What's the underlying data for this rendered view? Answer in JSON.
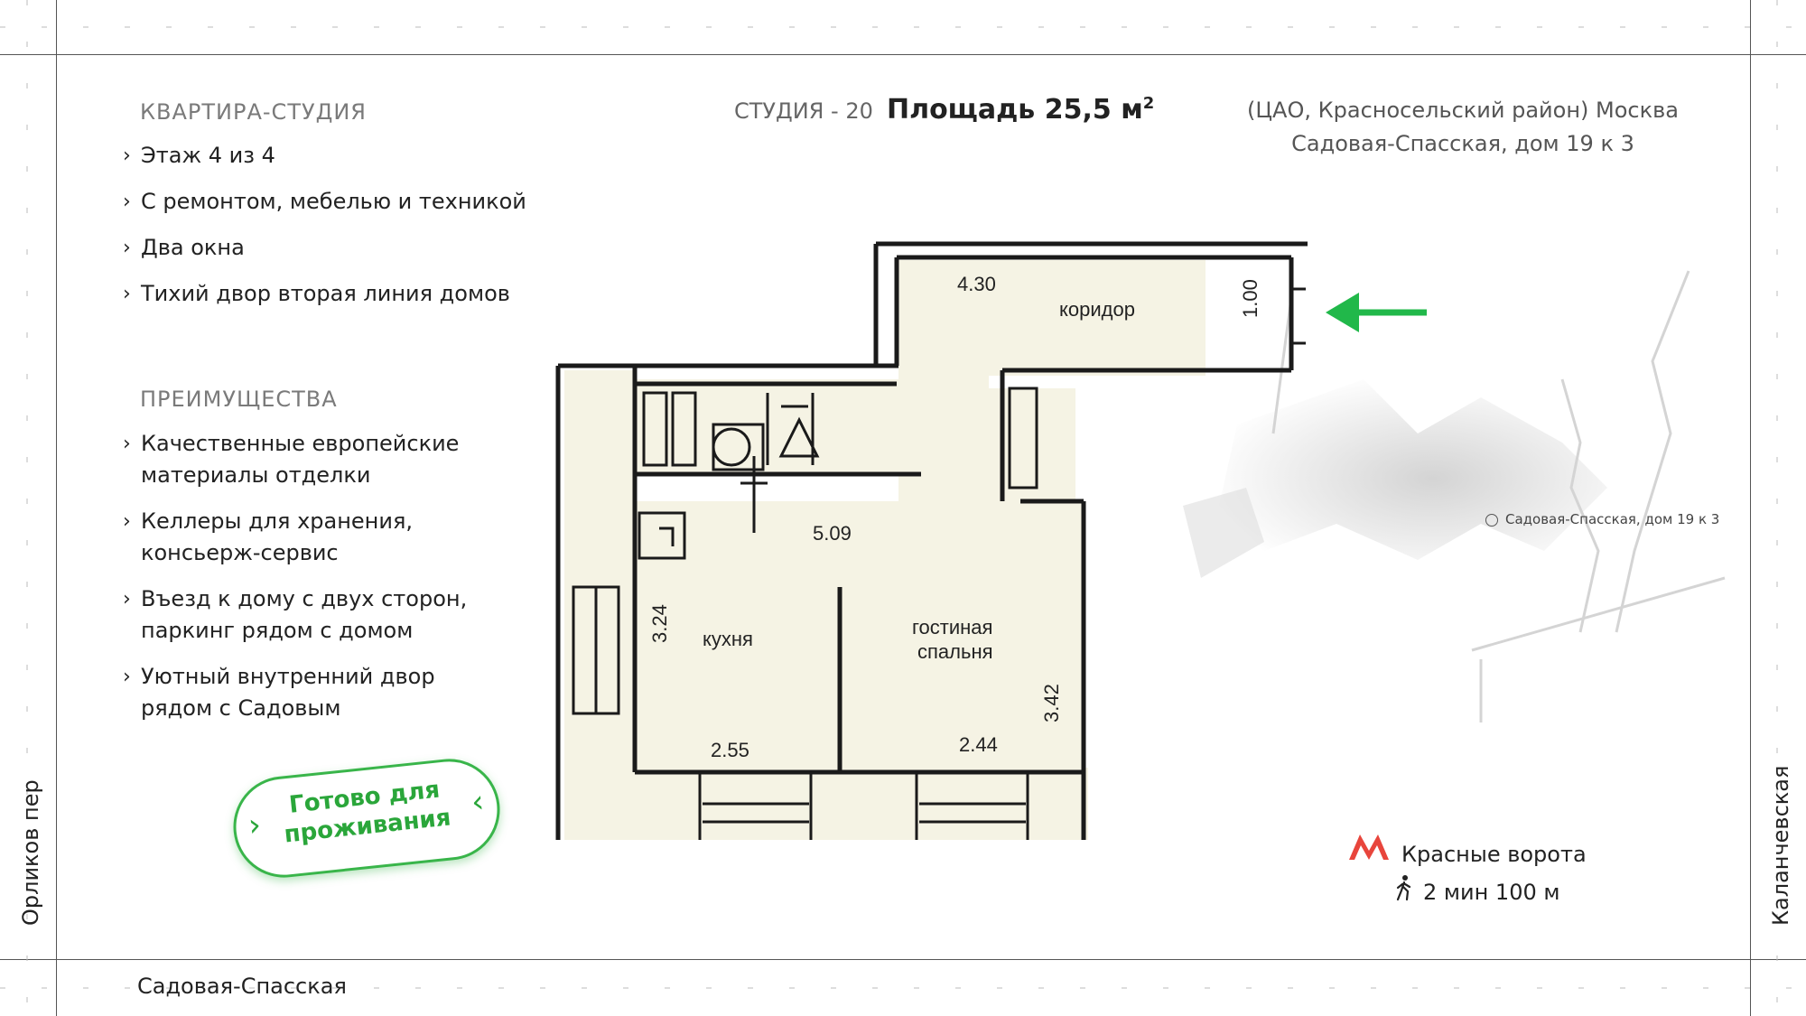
{
  "streets": {
    "top_left_unused": "",
    "bottom": "Садовая-Спасская",
    "left": "Орликов пер",
    "right": "Каланчевская"
  },
  "apartment": {
    "type_label": "КВАРТИРА-СТУДИЯ",
    "features": [
      "Этаж 4 из 4",
      "С ремонтом, мебелью и техникой",
      "Два окна",
      "Тихий двор вторая линия домов"
    ]
  },
  "advantages": {
    "title": "ПРЕИМУЩЕСТВА",
    "items": [
      [
        "Качественные европейские",
        "материалы отделки"
      ],
      [
        "Келлеры для хранения,",
        "консьерж-сервис"
      ],
      [
        "Въезд к дому с двух сторон,",
        "паркинг рядом с домом"
      ],
      [
        "Уютный внутренний двор",
        "рядом с Садовым"
      ]
    ]
  },
  "header": {
    "studio_label": "СТУДИЯ - 20",
    "area_label": "Площадь 25,5 м",
    "area_sup": "2"
  },
  "address": {
    "line1": "(ЦАО, Красносельский район) Москва",
    "line2": "Садовая-Спасская, дом 19 к 3"
  },
  "plan": {
    "corridor": "коридор",
    "kitchen": "кухня",
    "living_1": "гостиная",
    "living_2": "спальня",
    "dims": {
      "corridor_len": "4.30",
      "corridor_w": "1.00",
      "middle": "5.09",
      "kitchen_h": "3.24",
      "kitchen_w": "2.55",
      "living_w": "2.44",
      "living_h": "3.42"
    },
    "arrow_color": "#21b84a"
  },
  "badge": {
    "line1": "Готово для",
    "line2": "проживания",
    "color": "#39b54a"
  },
  "map": {
    "marker_label": "Садовая-Спасская, дом 19 к 3"
  },
  "metro": {
    "station": "Красные ворота",
    "walk": "2 мин 100 м",
    "logo_color": "#e8453c"
  }
}
